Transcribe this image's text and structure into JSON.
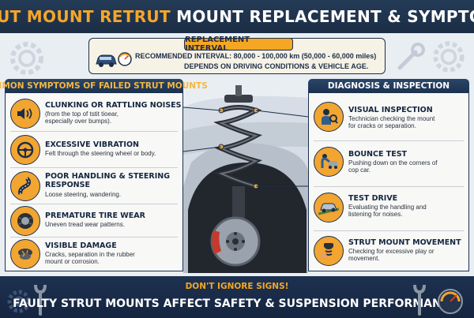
{
  "header": {
    "title_accent": "STRUT MOUNT RETRUT",
    "title_rest": " MOUNT REPLACEMENT & SYMPTOSIS"
  },
  "interval": {
    "tag": "REPLACEMENT INTERVAL",
    "line1": "RECOMMENDED INTERVAL: 80,000 - 100,000 km (50,000 - 60,000 miles)",
    "line2": "DEPENDS ON DRIVING CONDITIONS & VEHICLE AGE."
  },
  "symptoms": {
    "heading": "COMMON SYMPTOMS OF FAILED STRUT MOUNTS",
    "items": [
      {
        "icon": "speaker-sound-icon",
        "title": "CLUNKING OR RATTLING NOISES",
        "desc1": "(from the top of tstit tioear,",
        "desc2": "especially over bumps)."
      },
      {
        "icon": "steering-wheel-icon",
        "title": "EXCESSIVE VIBRATION",
        "desc1": "Felt through the steering wheel or body.",
        "desc2": ""
      },
      {
        "icon": "winding-road-icon",
        "title": "POOR HANDLING & STEERING",
        "title2": "RESPONSE",
        "desc1": "Loose steering, wandering.",
        "desc2": ""
      },
      {
        "icon": "tire-icon",
        "title": "PREMATURE TIRE WEAR",
        "desc1": "Uneven tread wear patterns.",
        "desc2": ""
      },
      {
        "icon": "damaged-mount-icon",
        "title": "VISIBLE DAMAGE",
        "desc1": "Cracks, separation in the rubber",
        "desc2": "mount or corrosion."
      }
    ]
  },
  "diagnosis": {
    "heading": "DIAGNOSIS & INSPECTION",
    "items": [
      {
        "icon": "technician-inspect-icon",
        "title": "VISUAL INSPECTION",
        "desc1": "Technician checking the mount",
        "desc2": "for cracks or separation."
      },
      {
        "icon": "bounce-test-icon",
        "title": "BOUNCE TEST",
        "desc1": "Pushing down on the corners of",
        "desc2": "cop car."
      },
      {
        "icon": "car-driving-icon",
        "title": "TEST DRIVE",
        "desc1": "Evaluating the handling and",
        "desc2": "listening for noises."
      },
      {
        "icon": "hand-mount-icon",
        "title": "STRUT MOUNT MOVEMENT",
        "desc1": "Checking for excessive play or",
        "desc2": "movement."
      }
    ]
  },
  "footer": {
    "tag": "DON'T IGNORE SIGNS!",
    "main": "FAULTY STRUT MOUNTS AFFECT SAFETY & SUSPENSION PERFORMANCE."
  },
  "colors": {
    "navy": "#1c3150",
    "orange": "#f2a531",
    "background": "#e9eef3"
  }
}
